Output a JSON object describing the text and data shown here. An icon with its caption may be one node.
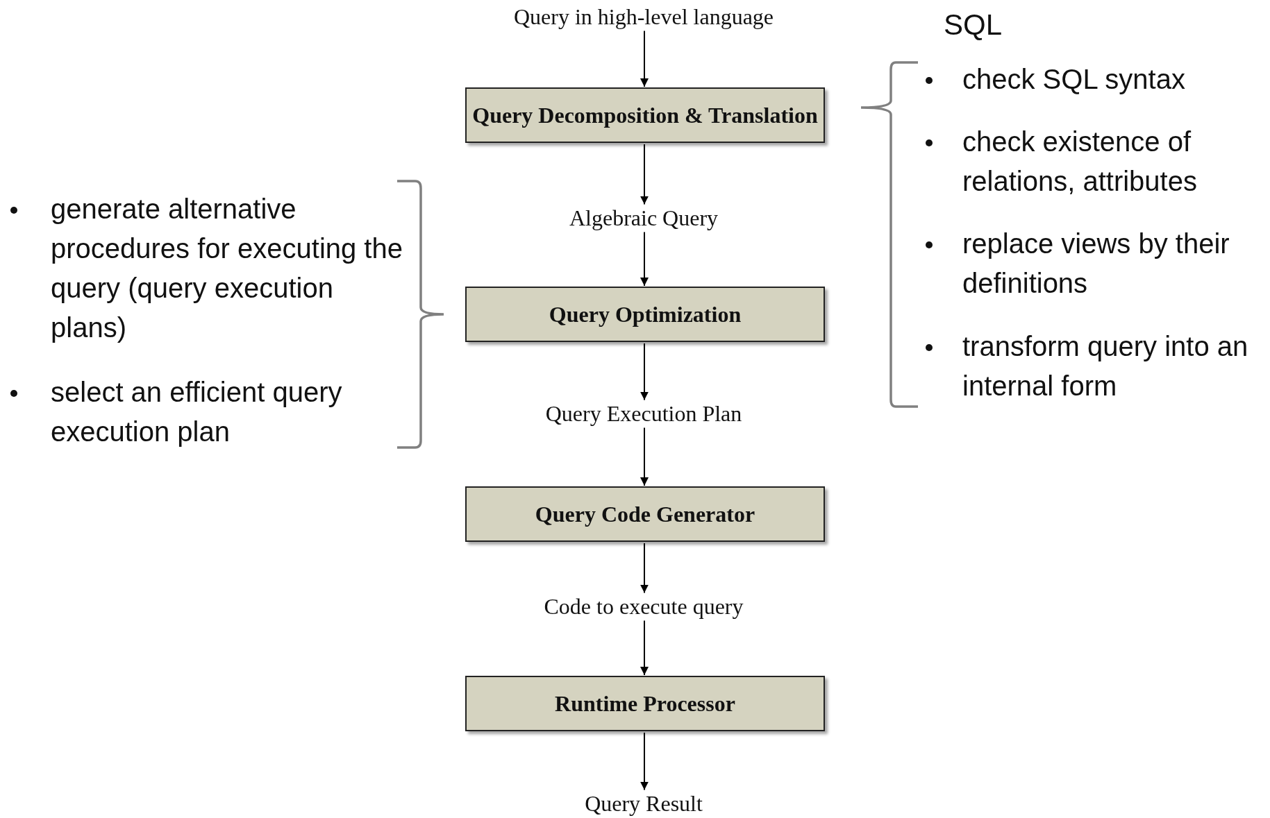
{
  "diagram": {
    "nodes": [
      {
        "text": [
          "Query in high-level language"
        ]
      },
      {
        "text": [
          "Query Decomposition & Translation"
        ]
      },
      {
        "text": [
          "Algebraic Query"
        ]
      },
      {
        "text": [
          "Query Optimization"
        ]
      },
      {
        "text": [
          "Query Execution Plan"
        ]
      },
      {
        "text": [
          "Query Code Generator"
        ]
      },
      {
        "text": [
          "Code to execute query"
        ]
      },
      {
        "text": [
          "Runtime Processor"
        ]
      },
      {
        "text": [
          "Query Result"
        ]
      }
    ],
    "edges": [
      {
        "from": 0,
        "to": 1,
        "arrow": "to"
      },
      {
        "from": 1,
        "to": 2,
        "arrow": "to"
      },
      {
        "from": 2,
        "to": 3,
        "arrow": "to"
      },
      {
        "from": 3,
        "to": 4,
        "arrow": "to"
      },
      {
        "from": 4,
        "to": 5,
        "arrow": "to"
      },
      {
        "from": 5,
        "to": 6,
        "arrow": "to"
      },
      {
        "from": 6,
        "to": 7,
        "arrow": "to"
      },
      {
        "from": 7,
        "to": 8,
        "arrow": "to"
      }
    ],
    "labels": [
      "SQL",
      "check SQL syntax",
      "check existence of relations, attributes",
      "replace views by their definitions",
      "transform query into an internal form",
      "generate alternative procedures for executing the query (query execution plans)",
      "select an efficient query execution plan"
    ]
  }
}
